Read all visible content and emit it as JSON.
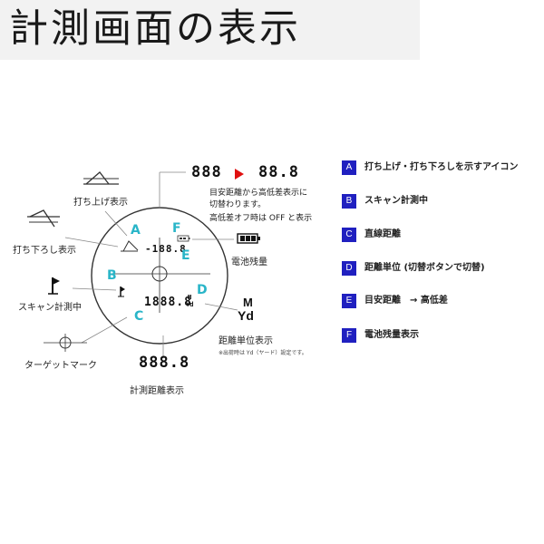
{
  "header": {
    "title": "計測画面の表示"
  },
  "labels": {
    "uphill": "打ち上げ表示",
    "downhill": "打ち下ろし表示",
    "scan": "スキャン計測中",
    "target": "ターゲットマーク",
    "distance_display": "計測距離表示",
    "battery": "電池残量",
    "unit_display": "距離単位表示",
    "unit_note": "※出荷時は Yd（ヤード）設定です。",
    "toggle_line1": "目安距離から高低差表示に",
    "toggle_line2": "切替わります。",
    "toggle_line3": "高低差オフ時は OFF と表示"
  },
  "displays": {
    "top_left": "888",
    "top_right": "88.8",
    "inner_top": "-188.8",
    "inner_mid": "1888.8",
    "inner_unit_m": "M",
    "inner_unit_yd": "Yd",
    "bottom": "888.8",
    "unit_m": "M",
    "unit_yd": "Yd"
  },
  "markers": [
    "A",
    "B",
    "C",
    "D",
    "E",
    "F"
  ],
  "legend": [
    {
      "key": "A",
      "text": "打ち上げ・打ち下ろしを示すアイコン"
    },
    {
      "key": "B",
      "text": "スキャン計測中"
    },
    {
      "key": "C",
      "text": "直線距離"
    },
    {
      "key": "D",
      "text": "距離単位 (切替ボタンで切替)"
    },
    {
      "key": "E",
      "text": "目安距離　→ 高低差"
    },
    {
      "key": "F",
      "text": "電池残量表示"
    }
  ],
  "colors": {
    "marker": "#29b5c8",
    "badge": "#2020c0",
    "arrow": "#e01010",
    "lines": "#888888"
  }
}
